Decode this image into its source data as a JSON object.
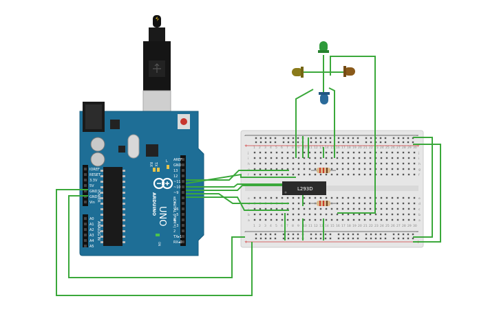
{
  "board": {
    "brand": "ARDUINO",
    "model": "UNO",
    "on_label": "ON",
    "l_label": "L",
    "tx_label": "TX",
    "rx_label": "RX",
    "digital_label": "DIGITAL (PWM~)",
    "power_label": "POWER",
    "analog_label": "ANALOG IN",
    "digital_pins": [
      "AREF",
      "GND",
      "13",
      "12",
      "~11",
      "~10",
      "~9",
      "8",
      "7",
      "~6",
      "~5",
      "4",
      "~3",
      "2",
      "TX▸1",
      "RX◂0"
    ],
    "power_pins": [
      "IOREF",
      "RESET",
      "3.3V",
      "5V",
      "GND",
      "GND",
      "Vin"
    ],
    "analog_pins": [
      "A0",
      "A1",
      "A2",
      "A3",
      "A4",
      "A5"
    ]
  },
  "breadboard": {
    "row_letters_top": [
      "j",
      "i",
      "h",
      "g",
      "f"
    ],
    "row_letters_bottom": [
      "e",
      "d",
      "c",
      "b",
      "a"
    ],
    "column_count": 30,
    "rail_minus": "-",
    "rail_plus": "+"
  },
  "chip": {
    "label": "L293D"
  },
  "leds": [
    {
      "name": "green",
      "color": "#2e9a3a"
    },
    {
      "name": "olive-left",
      "color": "#8a7a1a"
    },
    {
      "name": "brown-right",
      "color": "#8a5a1a"
    },
    {
      "name": "blue",
      "color": "#2a6a9a"
    }
  ],
  "colors": {
    "wire": "#3aa83a",
    "board": "#1e6e96",
    "breadboard": "#e8e8e8",
    "rail_red": "#d23c3c",
    "rail_black": "#444444"
  }
}
